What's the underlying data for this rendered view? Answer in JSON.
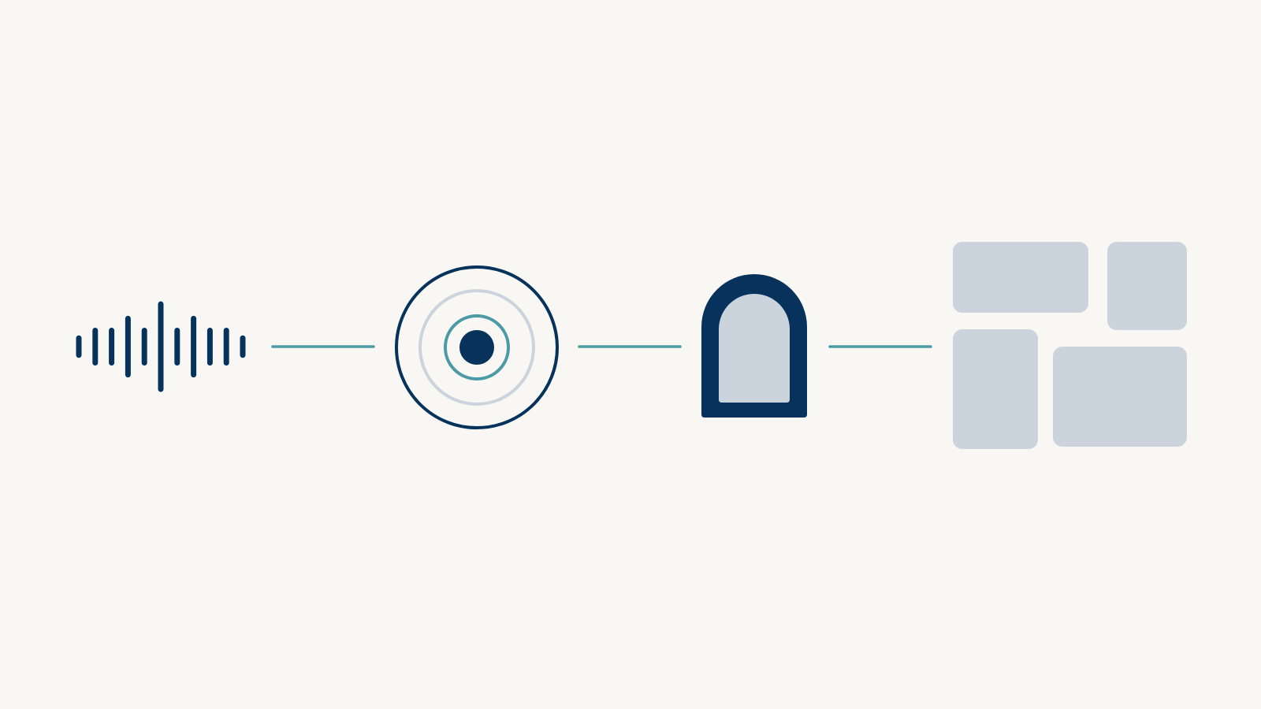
{
  "diagram": {
    "stages": [
      {
        "id": "waveform",
        "icon": "audio-waveform-icon"
      },
      {
        "id": "target",
        "icon": "concentric-circles-icon"
      },
      {
        "id": "arch",
        "icon": "arch-doorway-icon"
      },
      {
        "id": "grid",
        "icon": "tile-grid-icon"
      }
    ],
    "connectors": 3,
    "waveform_bar_levels": [
      0.2,
      0.38,
      0.38,
      0.66,
      0.38,
      1.0,
      0.38,
      0.66,
      0.38,
      0.38,
      0.2
    ],
    "grid_tiles": 4
  },
  "colors": {
    "background": "#f8f7f3",
    "primary": "#06325c",
    "accent": "#4b9aa5",
    "muted": "#cbd3dd"
  }
}
